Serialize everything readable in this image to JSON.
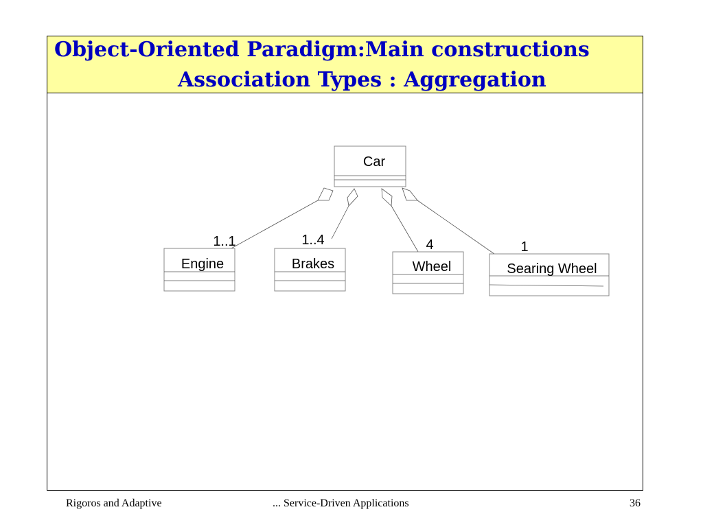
{
  "slide": {
    "title_line_1": "Object-Oriented Paradigm:Main constructions",
    "title_line_2": "Association Types : Aggregation"
  },
  "diagram": {
    "whole": "Car",
    "parts": [
      {
        "name": "Engine",
        "multiplicity": "1..1"
      },
      {
        "name": "Brakes",
        "multiplicity": "1..4"
      },
      {
        "name": "Wheel",
        "multiplicity": "4"
      },
      {
        "name": "Searing Wheel",
        "multiplicity": "1"
      }
    ]
  },
  "footer": {
    "left": "Rigoros and Adaptive",
    "center": "... Service-Driven Applications",
    "page": "36"
  }
}
